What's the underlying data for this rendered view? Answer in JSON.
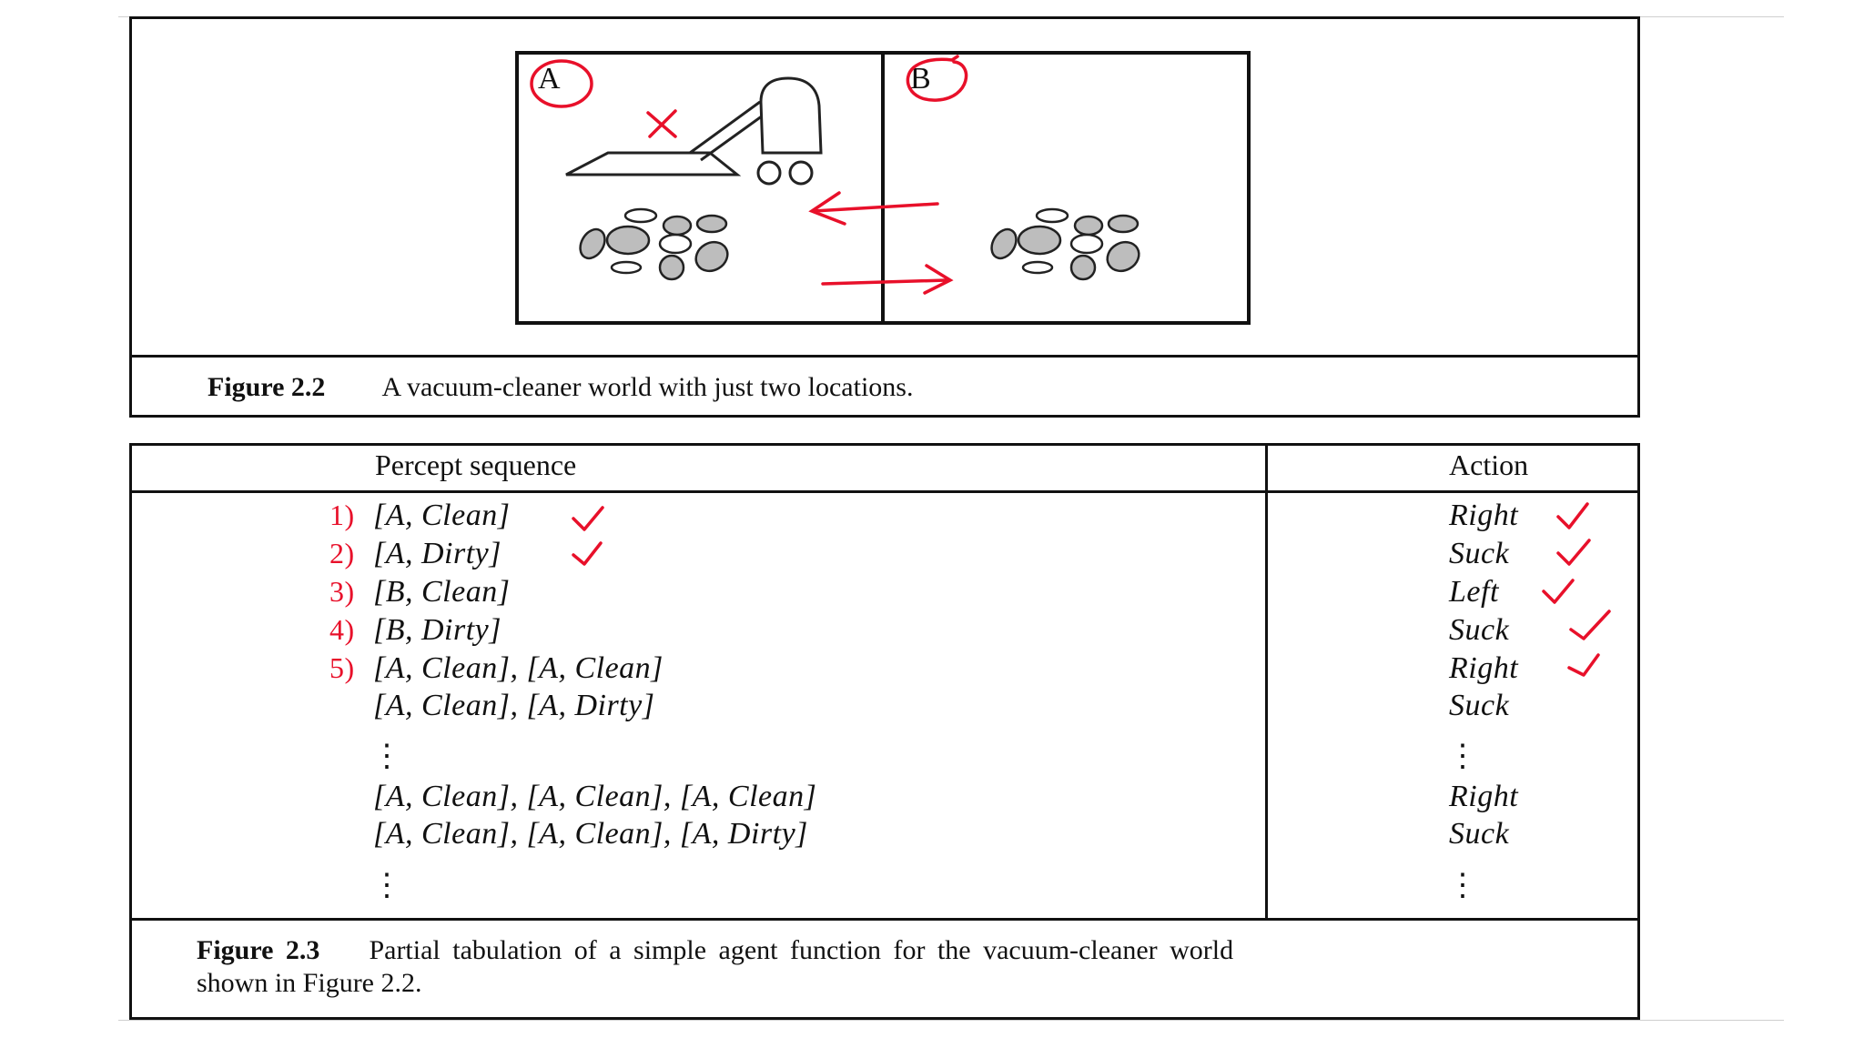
{
  "figure22": {
    "location_a": "A",
    "location_b": "B",
    "caption_label": "Figure 2.2",
    "caption_text": "A vacuum-cleaner world with just two locations."
  },
  "table": {
    "header_percept": "Percept sequence",
    "header_action": "Action",
    "rows": [
      {
        "mark": "1)",
        "percept": "[A, Clean]",
        "action": "Right",
        "checked_percept": true,
        "checked_action": true
      },
      {
        "mark": "2)",
        "percept": "[A, Dirty]",
        "action": "Suck",
        "checked_percept": true,
        "checked_action": true
      },
      {
        "mark": "3)",
        "percept": "[B, Clean]",
        "action": "Left",
        "checked_percept": false,
        "checked_action": true
      },
      {
        "mark": "4)",
        "percept": "[B, Dirty]",
        "action": "Suck",
        "checked_percept": false,
        "checked_action": true
      },
      {
        "mark": "5)",
        "percept": "[A, Clean], [A, Clean]",
        "action": "Right",
        "checked_percept": false,
        "checked_action": true
      },
      {
        "mark": "",
        "percept": "[A, Clean], [A, Dirty]",
        "action": "Suck",
        "checked_percept": false,
        "checked_action": false
      },
      {
        "mark": "",
        "percept": "[A, Clean], [A, Clean], [A, Clean]",
        "action": "Right",
        "checked_percept": false,
        "checked_action": false
      },
      {
        "mark": "",
        "percept": "[A, Clean], [A, Clean], [A, Dirty]",
        "action": "Suck",
        "checked_percept": false,
        "checked_action": false
      }
    ],
    "ellipsis": "⋮"
  },
  "figure23": {
    "caption_label": "Figure 2.3",
    "caption_line1": "Partial tabulation of a simple agent function for the vacuum-cleaner world",
    "caption_line2": "shown in Figure 2.2."
  },
  "colors": {
    "annotation": "#e8102a",
    "ink": "#111111"
  }
}
